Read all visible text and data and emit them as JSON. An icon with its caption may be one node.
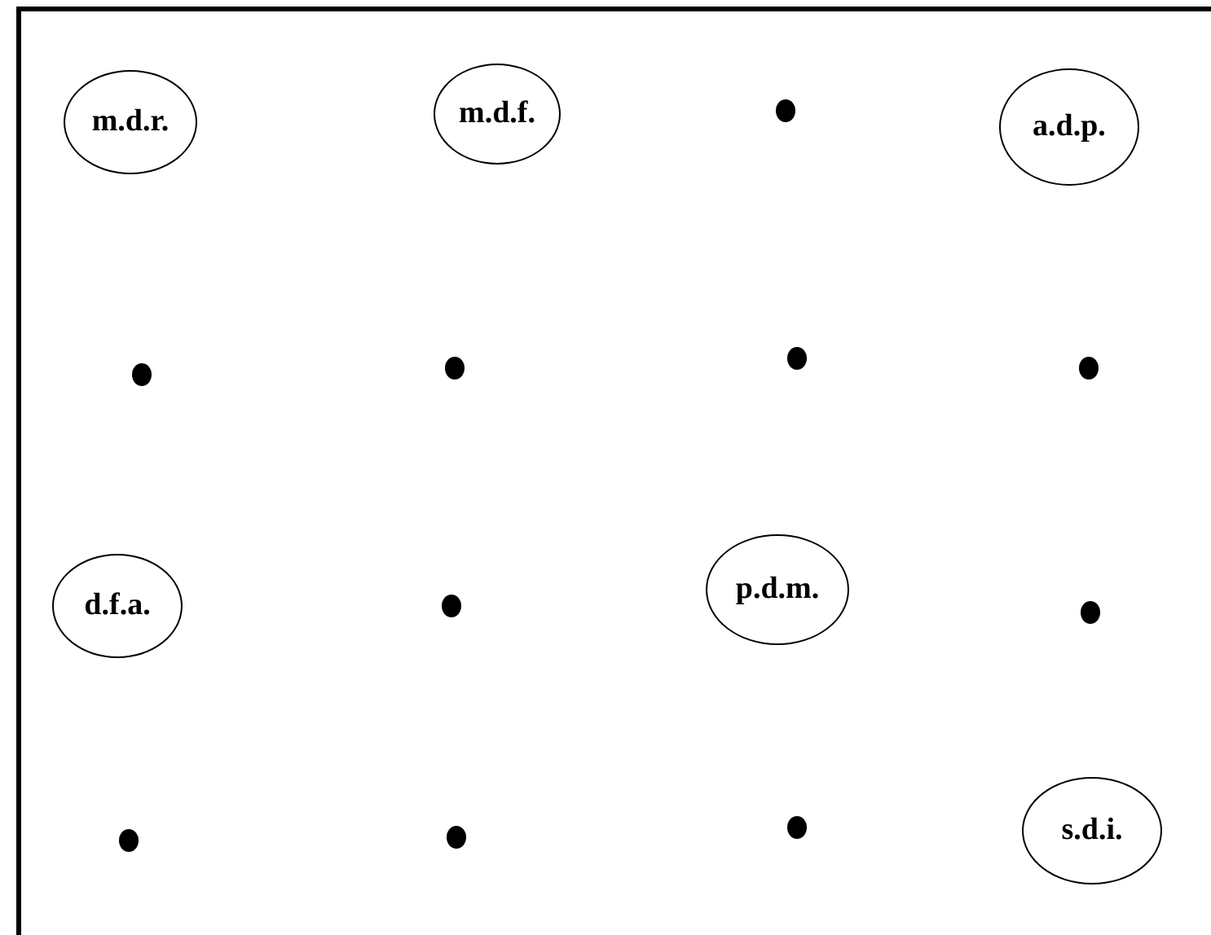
{
  "diagram": {
    "nodes": [
      {
        "text": [
          "m.d.r."
        ]
      },
      {
        "text": [
          "m.d.f."
        ]
      },
      {
        "text": [],
        "shape": "dot"
      },
      {
        "text": [
          "a.d.p."
        ]
      },
      {
        "text": [],
        "shape": "dot"
      },
      {
        "text": [],
        "shape": "dot"
      },
      {
        "text": [],
        "shape": "dot"
      },
      {
        "text": [],
        "shape": "dot"
      },
      {
        "text": [
          "d.f.a."
        ]
      },
      {
        "text": [],
        "shape": "dot"
      },
      {
        "text": [
          "p.d.m."
        ]
      },
      {
        "text": [],
        "shape": "dot"
      },
      {
        "text": [],
        "shape": "dot"
      },
      {
        "text": [],
        "shape": "dot"
      },
      {
        "text": [],
        "shape": "dot"
      },
      {
        "text": [
          "s.d.i."
        ]
      }
    ]
  }
}
